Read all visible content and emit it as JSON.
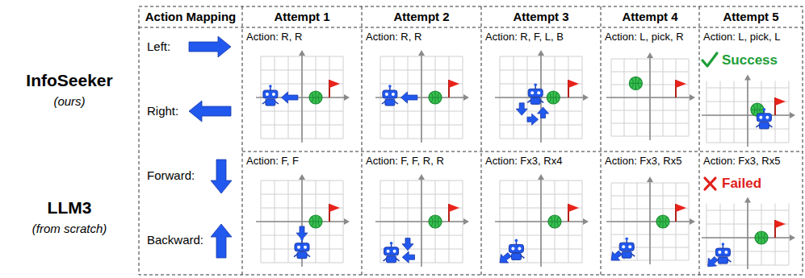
{
  "diagram": {
    "labels": [
      "Action Mapping",
      "Attempt 1",
      "Attempt 2",
      "Attempt 3",
      "Attempt 4",
      "Attempt 5",
      "InfoSeeker",
      "(ours)",
      "Left:",
      "Action: R, R",
      "Action: R, R",
      "Action: R, F, L, B",
      "Action: L, pick, R",
      "Action: L, pick, L",
      "Success",
      "Right:",
      "Forward:",
      "LLM3",
      "(from scratch)",
      "Action: F, F",
      "Action: F, F, R, R",
      "Action: Fx3, Rx4",
      "Action: Fx3, Rx5",
      "Action: Fx3, Rx5",
      "Failed",
      "Backward:"
    ]
  }
}
